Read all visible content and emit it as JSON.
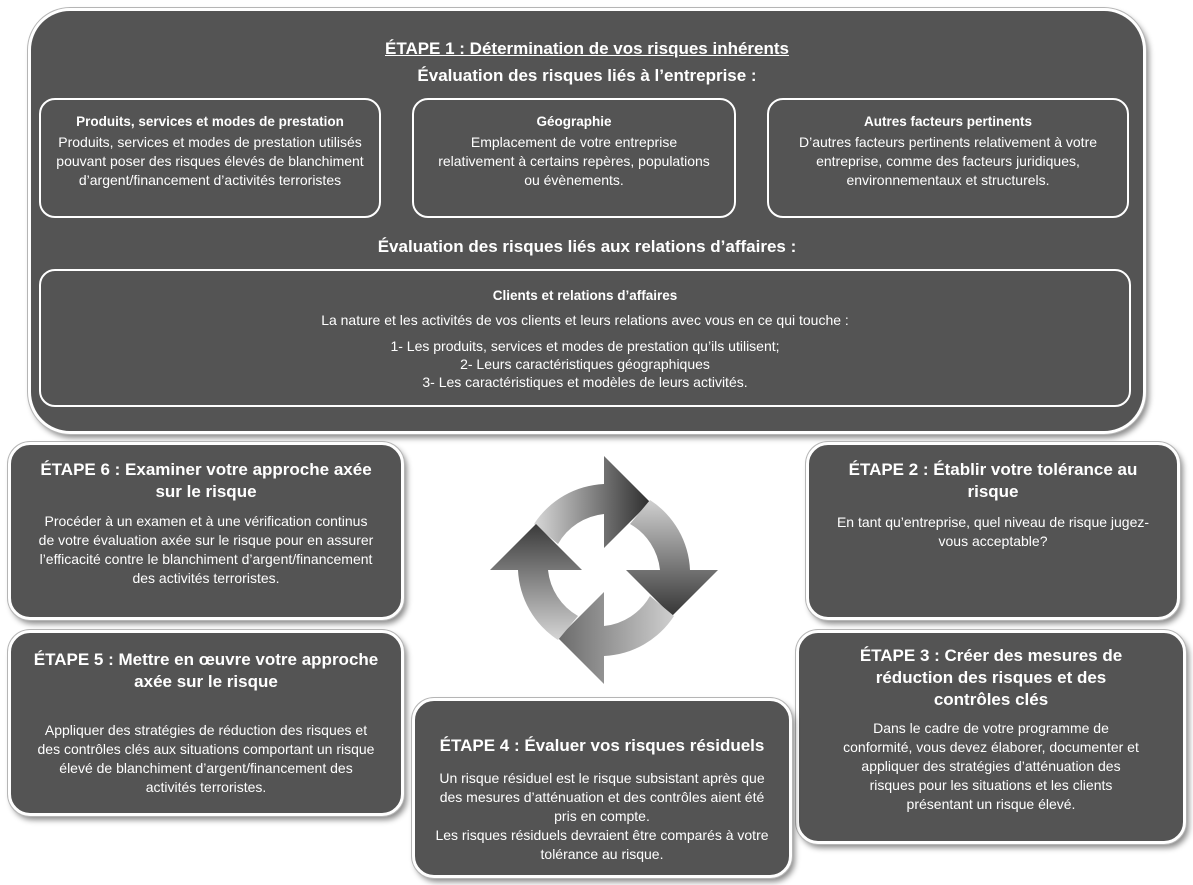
{
  "step1": {
    "title": "ÉTAPE 1 : Détermination de vos risques inhérents",
    "business_heading": "Évaluation des risques liés à l’entreprise :",
    "cards": [
      {
        "title": "Produits, services et modes de prestation",
        "text": "Produits, services et modes de prestation utilisés pouvant poser des risques élevés de blanchiment d’argent/financement d’activités terroristes"
      },
      {
        "title": "Géographie",
        "text": "Emplacement de votre entreprise relativement à certains repères, populations ou évènements."
      },
      {
        "title": "Autres facteurs pertinents",
        "text": "D’autres facteurs pertinents relativement à votre entreprise, comme des facteurs juridiques, environnementaux et structurels."
      }
    ],
    "relations_heading": "Évaluation des risques liés aux relations d’affaires :",
    "clients": {
      "title": "Clients et relations d’affaires",
      "intro": "La nature et les activités de vos clients et leurs relations avec vous en ce qui touche :",
      "items": [
        "1- Les produits, services et modes de prestation qu’ils utilisent;",
        "2- Leurs caractéristiques géographiques",
        "3- Les caractéristiques et modèles de leurs activités."
      ]
    }
  },
  "step2": {
    "title": "ÉTAPE 2 : Établir votre tolérance au risque",
    "text": "En tant qu’entreprise, quel niveau de risque jugez-vous acceptable?"
  },
  "step3": {
    "title": "ÉTAPE 3 : Créer des mesures de réduction des risques et des contrôles clés",
    "text": "Dans le cadre de votre programme de conformité, vous devez élaborer, documenter et appliquer des stratégies d’atténuation des risques pour les situations et les clients présentant un risque élevé."
  },
  "step4": {
    "title": "ÉTAPE 4 : Évaluer vos risques résiduels",
    "text1": "Un risque résiduel est le risque subsistant après que des mesures d’atténuation et des contrôles aient été pris en compte.",
    "text2": "Les risques résiduels devraient être comparés à votre tolérance au risque."
  },
  "step5": {
    "title": "ÉTAPE 5 : Mettre en œuvre votre approche axée sur le risque",
    "text": "Appliquer des stratégies de réduction des risques et des contrôles clés aux situations comportant un risque élevé de blanchiment d’argent/financement des activités terroristes."
  },
  "step6": {
    "title": "ÉTAPE 6 : Examiner votre approche axée sur le risque",
    "text": "Procéder à un examen et à une vérification continus de votre évaluation axée sur le risque pour en assurer l’efficacité contre le blanchiment d’argent/financement des activités terroristes."
  },
  "cycle_icon": "circular-arrows-icon"
}
